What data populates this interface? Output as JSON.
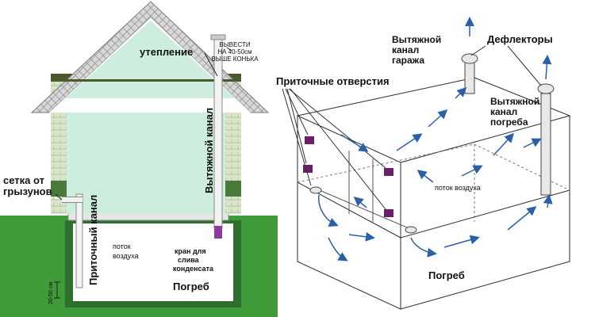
{
  "left": {
    "insulation": "утепление",
    "roof_note": [
      "ВЫВЕСТИ",
      "НА 40-50см",
      "ВЫШЕ КОНЬКА"
    ],
    "rodent_mesh": [
      "сетка от",
      "грызунов"
    ],
    "intake_channel": "Приточный канал",
    "exhaust_channel": "Вытяжной канал",
    "airflow": [
      "поток",
      "воздуха"
    ],
    "condensate_tap": [
      "кран для",
      "слива",
      "конденсата"
    ],
    "cellar": "Погреб",
    "height_note": "20-50 см"
  },
  "right": {
    "supply_openings": "Приточные отверстия",
    "garage_exhaust": [
      "Вытяжной",
      "канал",
      "гаража"
    ],
    "deflectors": "Дефлекторы",
    "cellar_exhaust": [
      "Вытяжной",
      "канал",
      "погреба"
    ],
    "airflow": "поток воздуха",
    "cellar": "Погреб"
  },
  "colors": {
    "wall_green": "#cdeedd",
    "ground_green": "#3f9a3a",
    "roof_gray": "#9a9a9a",
    "purple": "#6a1f6a",
    "arrow_blue": "#2b5fa8"
  }
}
